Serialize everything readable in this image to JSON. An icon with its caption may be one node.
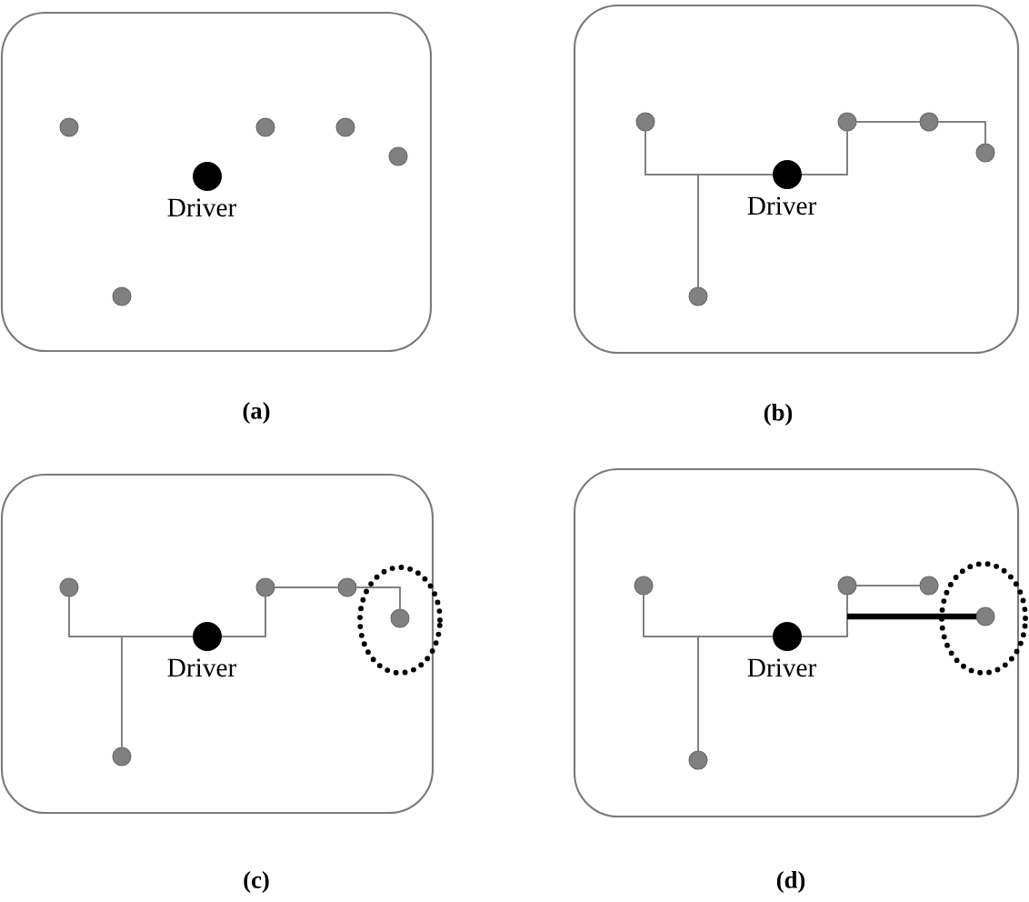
{
  "diagram": {
    "nodes": [
      {
        "text": [],
        "shape": "box",
        "beside": [
          "(a)"
        ]
      },
      {
        "text": [],
        "shape": "circle",
        "in": 0
      },
      {
        "text": [],
        "shape": "circle",
        "in": 0
      },
      {
        "text": [],
        "shape": "circle",
        "in": 0
      },
      {
        "text": [],
        "shape": "circle",
        "in": 0
      },
      {
        "text": [
          "Driver"
        ],
        "in": 0
      },
      {
        "text": [],
        "shape": "circle",
        "in": 0
      },
      {
        "text": [],
        "shape": "box",
        "beside": [
          "(b)"
        ]
      },
      {
        "text": [],
        "shape": "circle",
        "in": 7
      },
      {
        "text": [],
        "shape": "circle",
        "in": 7
      },
      {
        "text": [],
        "shape": "circle",
        "in": 7
      },
      {
        "text": [],
        "shape": "circle",
        "in": 7
      },
      {
        "text": [
          "Driver"
        ],
        "in": 7
      },
      {
        "text": [],
        "shape": "circle",
        "in": 7
      },
      {
        "text": [],
        "shape": "box",
        "beside": [
          "(c)"
        ]
      },
      {
        "text": [],
        "shape": "circle",
        "in": 14
      },
      {
        "text": [],
        "shape": "circle",
        "in": 14
      },
      {
        "text": [],
        "shape": "circle",
        "in": 14
      },
      {
        "text": [],
        "shape": "circle",
        "in": 14
      },
      {
        "text": [
          "Driver"
        ],
        "in": 14
      },
      {
        "text": [],
        "shape": "circle",
        "in": 14
      },
      {
        "text": [],
        "shape": "box",
        "beside": [
          "(d)"
        ]
      },
      {
        "text": [],
        "shape": "circle",
        "in": 21
      },
      {
        "text": [],
        "shape": "circle",
        "in": 21
      },
      {
        "text": [],
        "shape": "circle",
        "in": 21
      },
      {
        "text": [],
        "shape": "circle",
        "in": 21
      },
      {
        "text": [
          "Driver"
        ],
        "in": 21
      },
      {
        "text": [],
        "shape": "circle",
        "in": 21
      }
    ],
    "edges": [
      {
        "from": 12,
        "to": 8,
        "arrow": "none"
      },
      {
        "from": 12,
        "to": 13,
        "arrow": "none"
      },
      {
        "from": 12,
        "to": 9,
        "arrow": "none"
      },
      {
        "from": 9,
        "to": 10,
        "arrow": "none"
      },
      {
        "from": 10,
        "to": 11,
        "arrow": "none"
      },
      {
        "from": 19,
        "to": 15,
        "arrow": "none"
      },
      {
        "from": 19,
        "to": 20,
        "arrow": "none"
      },
      {
        "from": 19,
        "to": 16,
        "arrow": "none"
      },
      {
        "from": 16,
        "to": 17,
        "arrow": "none"
      },
      {
        "from": 17,
        "to": 18,
        "arrow": "none"
      },
      {
        "from": 26,
        "to": 22,
        "arrow": "none"
      },
      {
        "from": 26,
        "to": 27,
        "arrow": "none"
      },
      {
        "from": 26,
        "to": 23,
        "arrow": "none"
      },
      {
        "from": 23,
        "to": 24,
        "arrow": "none"
      },
      {
        "from": null,
        "to": 25,
        "arrow": "none",
        "style": "thick",
        "color": "#000000"
      }
    ]
  }
}
